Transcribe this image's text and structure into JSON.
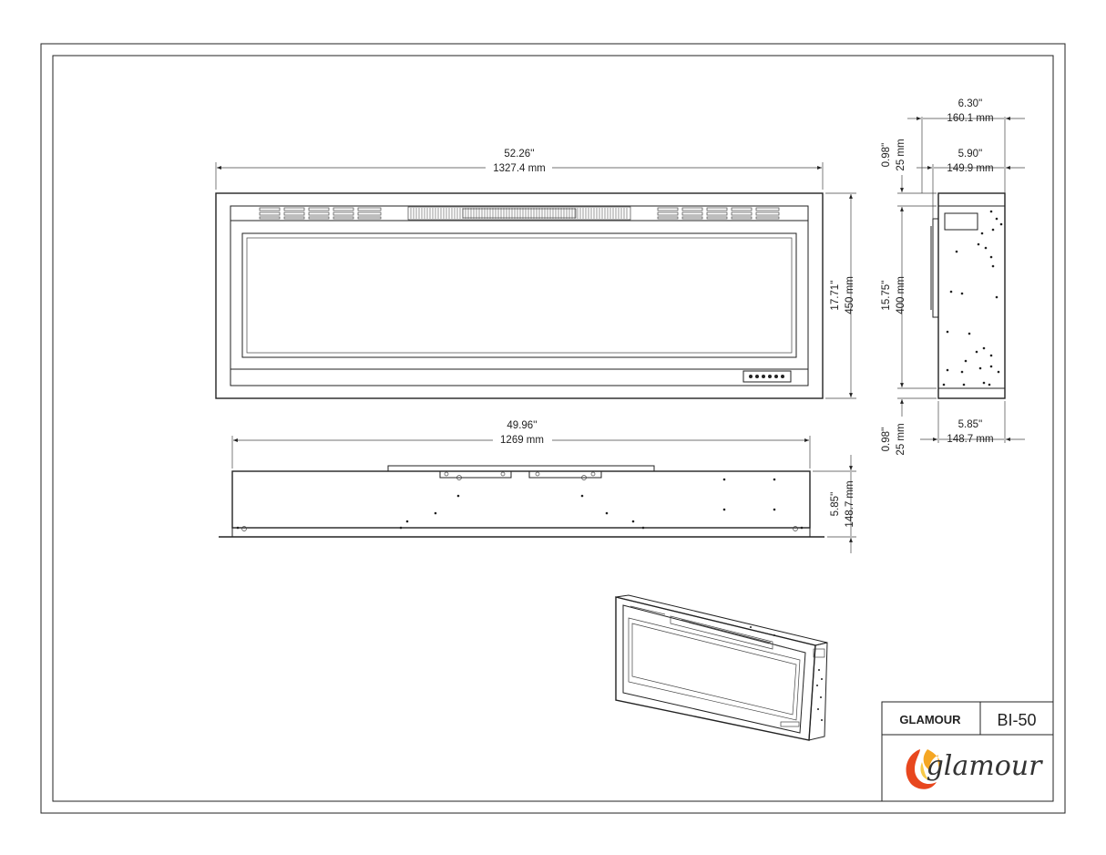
{
  "title_block": {
    "brand": "GLAMOUR",
    "model": "BI-50",
    "logo_text": "glamour"
  },
  "front_view": {
    "width_in": "52.26''",
    "width_mm": "1327.4 mm",
    "height_in": "17.71''",
    "height_mm": "450 mm"
  },
  "top_view": {
    "width_in": "49.96''",
    "width_mm": "1269 mm",
    "depth_in": "5.85''",
    "depth_mm": "148.7 mm"
  },
  "side_view": {
    "overall_depth_in": "6.30''",
    "overall_depth_mm": "160.1 mm",
    "upper_depth_in": "5.90''",
    "upper_depth_mm": "149.9 mm",
    "top_flange_in": "0.98''",
    "top_flange_mm": "25 mm",
    "body_height_in": "15.75''",
    "body_height_mm": "400 mm",
    "bottom_flange_in": "0.98''",
    "bottom_flange_mm": "25 mm",
    "lower_depth_in": "5.85''",
    "lower_depth_mm": "148.7 mm"
  },
  "icons": {
    "logo": "flame-logo-icon"
  }
}
